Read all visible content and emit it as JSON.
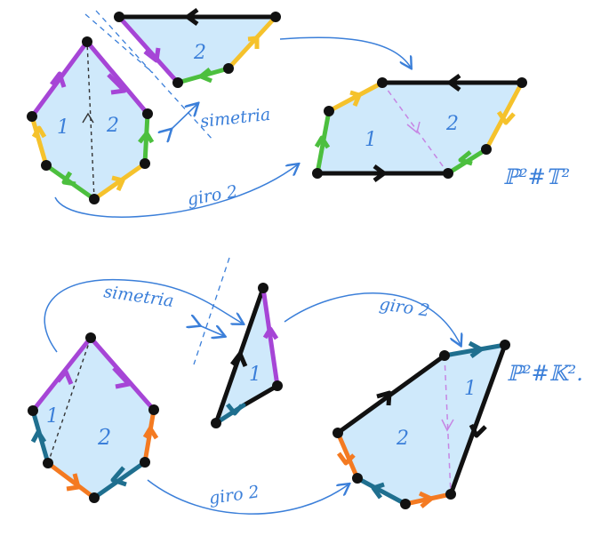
{
  "colors": {
    "black": "#111111",
    "purple": "#a645d6",
    "yellow": "#f5c22c",
    "green": "#4cbf3e",
    "teal": "#1f6f8f",
    "orange": "#f47a21",
    "blue_ink": "#3b7fd9",
    "face_fill": "#cfe9fb",
    "dashed_purple": "#c685e3"
  },
  "top": {
    "hexagon_labels": [
      "1",
      "2"
    ],
    "triangle_label": "2",
    "symmetry_label": "simetria",
    "rotation_label": "giro 2",
    "result_labels": [
      "1",
      "2"
    ],
    "result_name": "ℙ²#𝕋²"
  },
  "bottom": {
    "hexagon_labels": [
      "1",
      "2"
    ],
    "triangle_label": "1",
    "symmetry_label": "simetria",
    "rotation_label_top": "giro 2",
    "rotation_label_bottom": "giro 2",
    "result_labels": [
      "2",
      "1"
    ],
    "result_name": "ℙ²#𝕂²."
  }
}
